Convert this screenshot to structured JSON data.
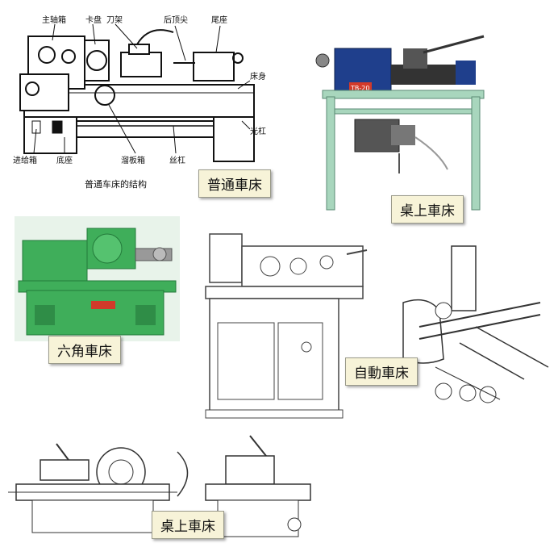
{
  "panels": {
    "engine_lathe": {
      "tag": "普通車床",
      "caption": "普通车床的结构",
      "labels": {
        "headstock": "主轴箱",
        "chuck": "卡盘",
        "tool_post": "刀架",
        "tailstock_center": "后顶尖",
        "tailstock": "尾座",
        "bed": "床身",
        "feed_rod": "光杠",
        "feed_box": "进给箱",
        "base": "底座",
        "apron": "溜板箱",
        "lead_screw": "丝杠"
      }
    },
    "bench_lathe": {
      "tag": "桌上車床",
      "plate": "TB-20"
    },
    "turret_lathe": {
      "tag": "六角車床"
    },
    "automatic_lathe": {
      "tag": "自動車床"
    },
    "bottom_lathe": {
      "tag": "桌上車床"
    }
  },
  "colors": {
    "machine_green": "#3fae5a",
    "dark_green": "#237a3a",
    "stand_green": "#a8d6bd",
    "tag_bg": "#f7f3d8"
  }
}
